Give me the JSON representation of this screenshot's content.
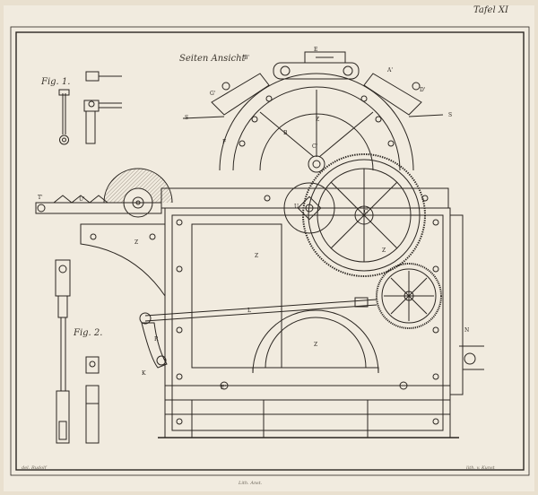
{
  "plate": {
    "number": "Tafel XI",
    "view_title": "Seiten Ansicht"
  },
  "figures": {
    "fig1_label": "Fig. 1.",
    "fig2_label": "Fig. 2."
  },
  "credits": {
    "left": "del. Rudolf",
    "center": "Lith. Anst.",
    "right": "lith. v. Kunst"
  },
  "part_letters": {
    "e": "E",
    "e_prime": "E'",
    "a_prime": "A'",
    "b_prime": "B'",
    "d_prime": "D'",
    "g_prime": "G'",
    "s": "S",
    "c_prime": "C'",
    "c": "C",
    "b": "B",
    "f": "F",
    "z": "Z",
    "u": "U",
    "u_prime": "U'",
    "t_prime": "T'",
    "r": "R",
    "k": "K",
    "l": "L",
    "n": "N"
  },
  "colors": {
    "ink": "#2b2621",
    "paper": "#f1ebdf",
    "page": "#e9e0cf",
    "hatch": "#6b6153"
  }
}
